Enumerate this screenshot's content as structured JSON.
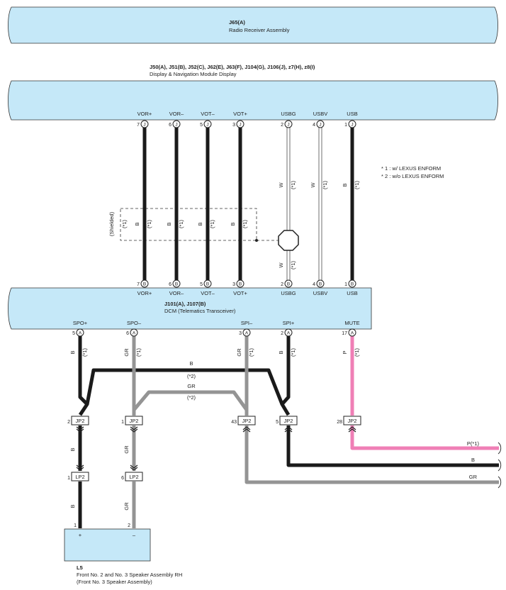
{
  "colors": {
    "module_fill": "#c5e8f8",
    "wire_black": "#1a1a1a",
    "wire_gray": "#949494",
    "wire_pink": "#ef7fb6",
    "wire_white_outline": "#6f6f6f"
  },
  "j65": {
    "code": "J65(A)",
    "name": "Radio Receiver Assembly"
  },
  "display": {
    "code": "J50(A), J51(B), J52(C), J62(E), J63(F), J104(G), J106(J), z7(H), z8(I)",
    "name": "Display & Navigation Module Display",
    "pins": [
      {
        "label": "VOR+",
        "num": "7",
        "conn": "J"
      },
      {
        "label": "VOR–",
        "num": "6",
        "conn": "J"
      },
      {
        "label": "VOT–",
        "num": "5",
        "conn": "J"
      },
      {
        "label": "VOT+",
        "num": "3",
        "conn": "J"
      },
      {
        "label": "USBG",
        "num": "2",
        "conn": "J"
      },
      {
        "label": "USBV",
        "num": "4",
        "conn": "J"
      },
      {
        "label": "USB",
        "num": "1",
        "conn": "J"
      }
    ]
  },
  "dcm": {
    "code": "J101(A), J107(B)",
    "name": "DCM (Telematics Transceiver)",
    "top_pins": [
      {
        "label": "VOR+",
        "num": "7",
        "conn": "B"
      },
      {
        "label": "VOR–",
        "num": "6",
        "conn": "B"
      },
      {
        "label": "VOT–",
        "num": "5",
        "conn": "B"
      },
      {
        "label": "VOT+",
        "num": "3",
        "conn": "B"
      },
      {
        "label": "USBG",
        "num": "2",
        "conn": "B"
      },
      {
        "label": "USBV",
        "num": "4",
        "conn": "B"
      },
      {
        "label": "USB",
        "num": "1",
        "conn": "B"
      }
    ],
    "bottom_pins": [
      {
        "label": "SPO+",
        "num": "5",
        "conn": "A"
      },
      {
        "label": "SPO–",
        "num": "6",
        "conn": "A"
      },
      {
        "label": "SPI–",
        "num": "3",
        "conn": "A"
      },
      {
        "label": "SPI+",
        "num": "2",
        "conn": "A"
      },
      {
        "label": "MUTE",
        "num": "17",
        "conn": "A"
      }
    ]
  },
  "upper_wires": [
    {
      "color": "B",
      "note": "(*1)"
    },
    {
      "color": "B",
      "note": "(*1)"
    },
    {
      "color": "B",
      "note": "(*1)"
    },
    {
      "color": "B",
      "note": "(*1)"
    },
    {
      "color": "W",
      "note": "(*1)"
    },
    {
      "color": "W",
      "note": "(*1)"
    },
    {
      "color": "B",
      "note": "(*1)"
    }
  ],
  "shielded_label": "(Shielded)",
  "shield_note": "(*1)",
  "legend": [
    "* 1 : w/ LEXUS ENFORM",
    "* 2 : w/o LEXUS ENFORM"
  ],
  "lower_wires": {
    "spo_plus": {
      "color": "B",
      "note": "(*1)"
    },
    "spo_minus": {
      "color": "GR",
      "note": "(*1)"
    },
    "spi_minus": {
      "color": "GR",
      "note": "(*1)"
    },
    "spi_plus": {
      "color": "B",
      "note": "(*1)"
    },
    "mute": {
      "color": "P",
      "note": "(*1)"
    }
  },
  "crossovers": {
    "black": {
      "color": "B",
      "note": "(*2)"
    },
    "gray": {
      "color": "GR",
      "note": "(*2)"
    }
  },
  "jp2": [
    {
      "num": "2",
      "name": "JP2"
    },
    {
      "num": "1",
      "name": "JP2"
    },
    {
      "num": "43",
      "name": "JP2"
    },
    {
      "num": "5",
      "name": "JP2"
    },
    {
      "num": "28",
      "name": "JP2"
    }
  ],
  "lp2": [
    {
      "num": "1",
      "name": "LP2"
    },
    {
      "num": "6",
      "name": "LP2"
    }
  ],
  "between_jp2_lp2": [
    "B",
    "GR"
  ],
  "below_lp2": [
    "B",
    "GR"
  ],
  "exit_wires": [
    "P(*1)",
    "B",
    "GR"
  ],
  "speaker": {
    "code": "L5",
    "name": "Front No. 2 and No. 3 Speaker Assembly RH",
    "alt": "(Front No. 3 Speaker Assembly)",
    "pins": [
      {
        "num": "1",
        "sign": "+"
      },
      {
        "num": "2",
        "sign": "–"
      }
    ]
  }
}
